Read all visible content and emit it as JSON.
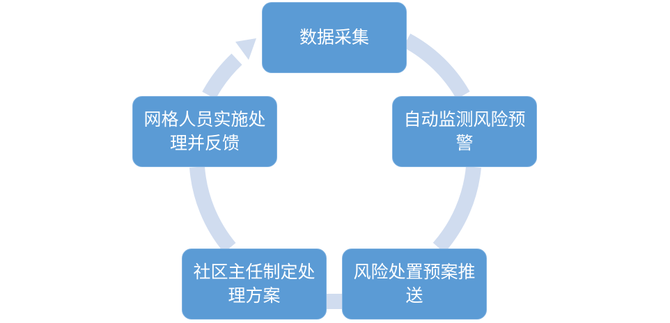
{
  "diagram": {
    "type": "cycle",
    "colors": {
      "node_fill": "#5b9bd5",
      "arrow_ring": "#d0dcef",
      "text": "#ffffff"
    },
    "nodes": [
      {
        "label": "数据采集"
      },
      {
        "label": "自动监测风险预警"
      },
      {
        "label": "风险处置预案推送"
      },
      {
        "label": "社区主任制定处理方案"
      },
      {
        "label": "网格人员实施处理并反馈"
      }
    ]
  }
}
